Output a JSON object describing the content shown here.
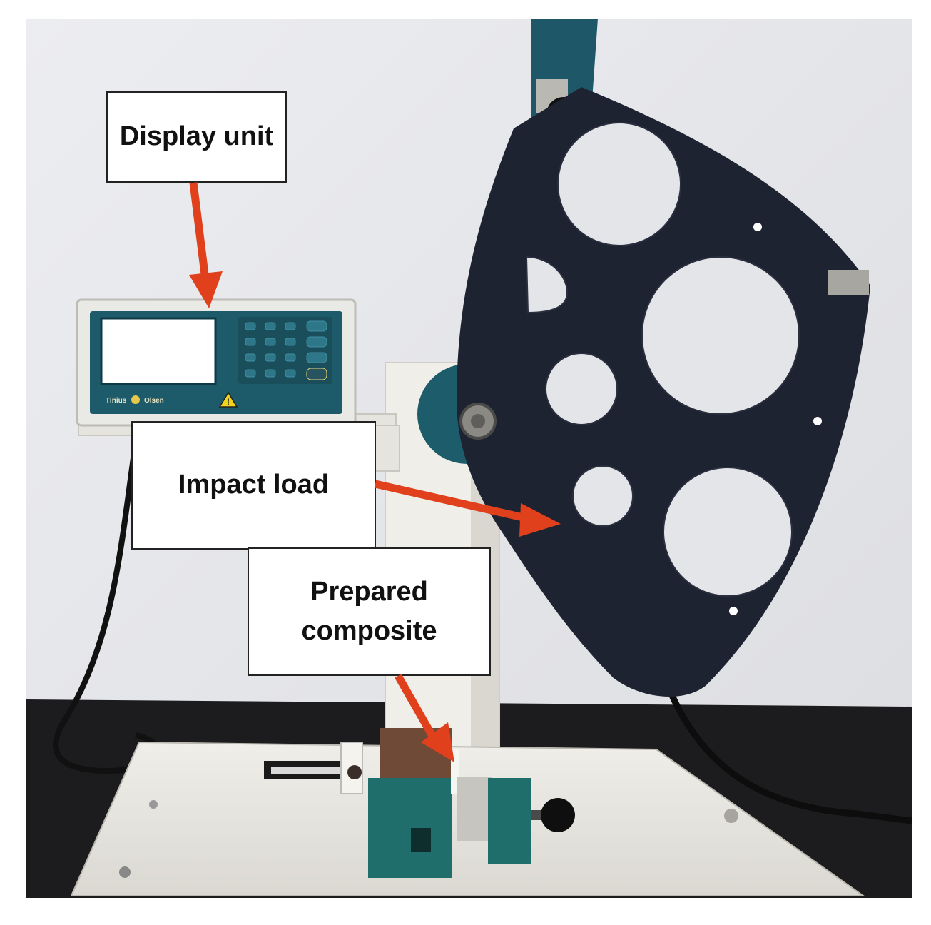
{
  "labels": {
    "display_unit": "Display unit",
    "impact_load": "Impact load",
    "prepared_composite": [
      "Prepared",
      "composite"
    ]
  },
  "device_branding": {
    "brand_left": "Tinius",
    "brand_right": "Olsen"
  },
  "colors": {
    "arrow": "#e0401c",
    "pendulum": "#1d2330",
    "wall": "#e8e9ec",
    "machine_body": "#ecebe6",
    "clamp_teal": "#1f6e6c",
    "clamp_brown": "#6f4a36",
    "bench": "#1c1c1e",
    "display_screen": "#ffffff",
    "display_panel": "#1e5b6a"
  },
  "icons": [
    "warning-icon",
    "brand-logo-icon"
  ]
}
